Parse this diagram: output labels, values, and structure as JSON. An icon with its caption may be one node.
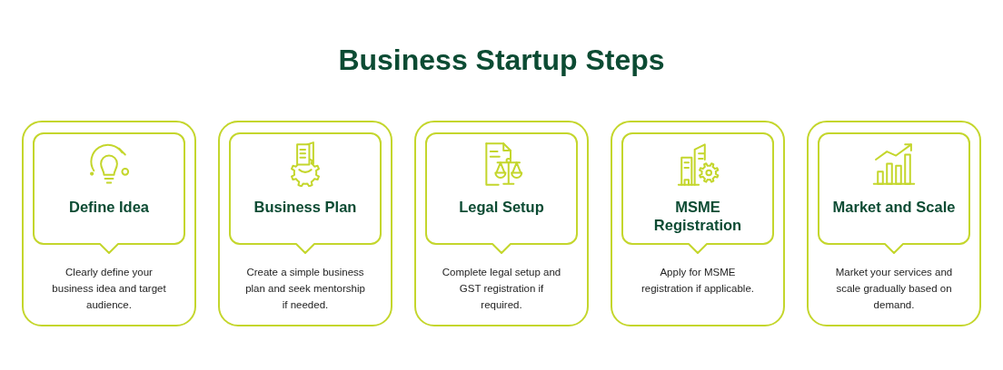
{
  "diagram": {
    "title": "Business Startup Steps",
    "nodes": [
      {
        "text": [
          "Clearly define your business idea and target audience."
        ]
      },
      {
        "text": [
          "Define Idea"
        ],
        "in": 0
      },
      {
        "text": [
          "Create a simple business plan and seek mentorship if needed."
        ]
      },
      {
        "text": [
          "Business Plan"
        ],
        "in": 2
      },
      {
        "text": [
          "Complete legal setup and GST registration if required."
        ]
      },
      {
        "text": [
          "Legal Setup"
        ],
        "in": 4
      },
      {
        "text": [
          "Apply for MSME registration if applicable."
        ]
      },
      {
        "text": [
          "MSME Registration"
        ],
        "in": 6
      },
      {
        "text": [
          "Market your services and scale gradually based on demand."
        ]
      },
      {
        "text": [
          "Market and Scale"
        ],
        "in": 8
      }
    ]
  }
}
